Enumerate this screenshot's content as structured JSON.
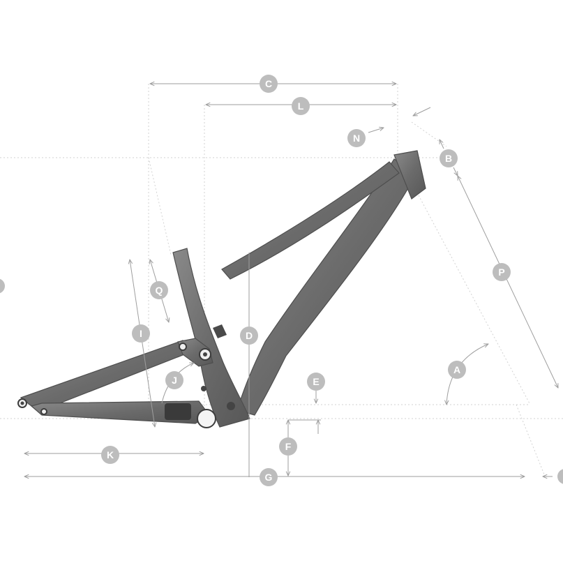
{
  "diagram": {
    "colors": {
      "badge": "#bdbdbd",
      "badge_text": "#ffffff",
      "dimension_line": "#9e9e9e",
      "frame": "#6e6e6e"
    },
    "labels": {
      "A": "A",
      "B": "B",
      "C": "C",
      "D": "D",
      "E": "E",
      "F": "F",
      "G": "G",
      "I": "I",
      "J": "J",
      "K": "K",
      "L": "L",
      "N": "N",
      "P": "P",
      "Q": "Q"
    }
  }
}
